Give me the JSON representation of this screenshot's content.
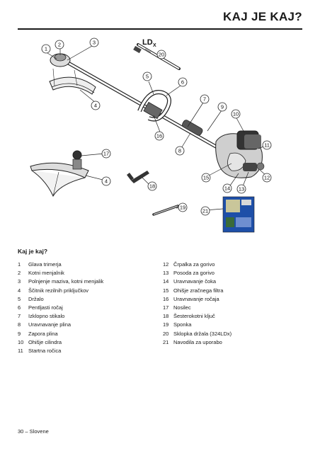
{
  "header": {
    "title": "KAJ JE KAJ?"
  },
  "figure": {
    "model_label": "LD",
    "model_subscript": "X",
    "callouts": [
      "1",
      "2",
      "3",
      "4",
      "5",
      "6",
      "7",
      "8",
      "9",
      "10",
      "11",
      "12",
      "13",
      "14",
      "15",
      "16",
      "17",
      "4",
      "18",
      "19",
      "20",
      "21"
    ]
  },
  "section": {
    "heading": "Kaj je kaj?"
  },
  "parts": [
    {
      "num": "1",
      "label": "Glava trimerja"
    },
    {
      "num": "2",
      "label": "Kotni menjalnik"
    },
    {
      "num": "3",
      "label": "Polnjenje maziva, kotni menjalik"
    },
    {
      "num": "4",
      "label": "Ščitnik rezilnih priključkov"
    },
    {
      "num": "5",
      "label": "Držalo"
    },
    {
      "num": "6",
      "label": "Pentljasti ročaj"
    },
    {
      "num": "7",
      "label": "Izklopno stikalo"
    },
    {
      "num": "8",
      "label": "Uravnavanje plina"
    },
    {
      "num": "9",
      "label": "Zapora plina"
    },
    {
      "num": "10",
      "label": "Ohišje cilindra"
    },
    {
      "num": "11",
      "label": "Startna ročica"
    },
    {
      "num": "12",
      "label": "Črpalka za gorivo"
    },
    {
      "num": "13",
      "label": "Posoda za gorivo"
    },
    {
      "num": "14",
      "label": "Uravnavanje čoka"
    },
    {
      "num": "15",
      "label": "Ohišje zračnega filtra"
    },
    {
      "num": "16",
      "label": "Uravnavanje ročaja"
    },
    {
      "num": "17",
      "label": "Nosilec"
    },
    {
      "num": "18",
      "label": "Šesterokotni ključ"
    },
    {
      "num": "19",
      "label": "Sponka"
    },
    {
      "num": "20",
      "label": "Sklopka držala (324LDx)"
    },
    {
      "num": "21",
      "label": "Navodila za uporabo"
    }
  ],
  "footer": {
    "page": "30 – Slovene"
  }
}
